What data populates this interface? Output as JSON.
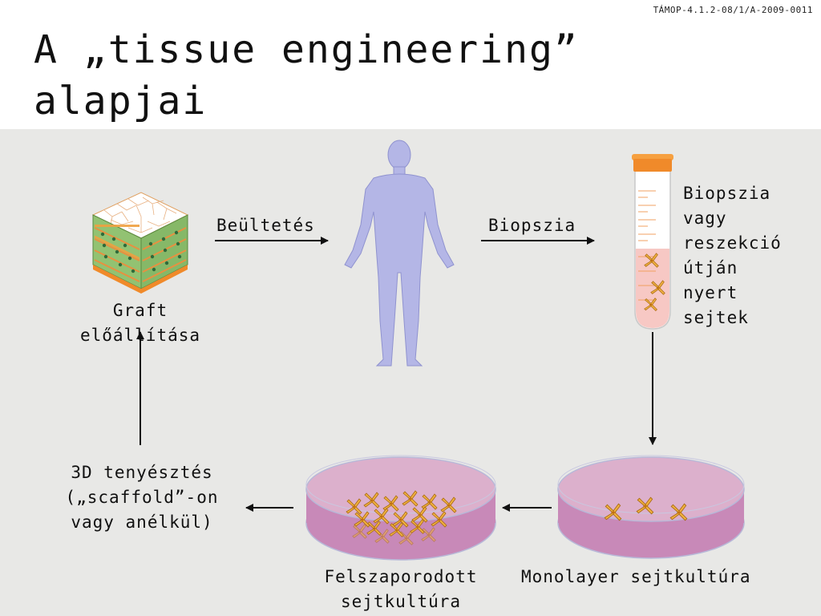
{
  "header": {
    "code": "TÁMOP-4.1.2-08/1/A-2009-0011"
  },
  "title": {
    "line1": "A „tissue engineering”",
    "line2": "alapjai"
  },
  "labels": {
    "implant": "Beültetés",
    "biopsy": "Biopszia",
    "biopsy_cells": [
      "Biopszia",
      "vagy",
      "reszekció",
      "útján",
      "nyert",
      "sejtek"
    ],
    "graft": [
      "Graft",
      "előállítása"
    ],
    "culture_3d": [
      "3D tenyésztés",
      "(„scaffold”-on",
      "vagy anélkül)"
    ],
    "proliferated": [
      "Felszaporodott",
      "sejtkultúra"
    ],
    "monolayer": "Monolayer sejtkultúra"
  },
  "colors": {
    "panel": "#e8e8e6",
    "body_figure": "#b4b6e6",
    "tube_cap": "#f08a2a",
    "tube_fluid": "#f7c8c4",
    "dish_medium": "#c889b8",
    "graft_green": "#8fc070",
    "graft_orange": "#f08a2a",
    "cell_orange": "#e8a030"
  }
}
